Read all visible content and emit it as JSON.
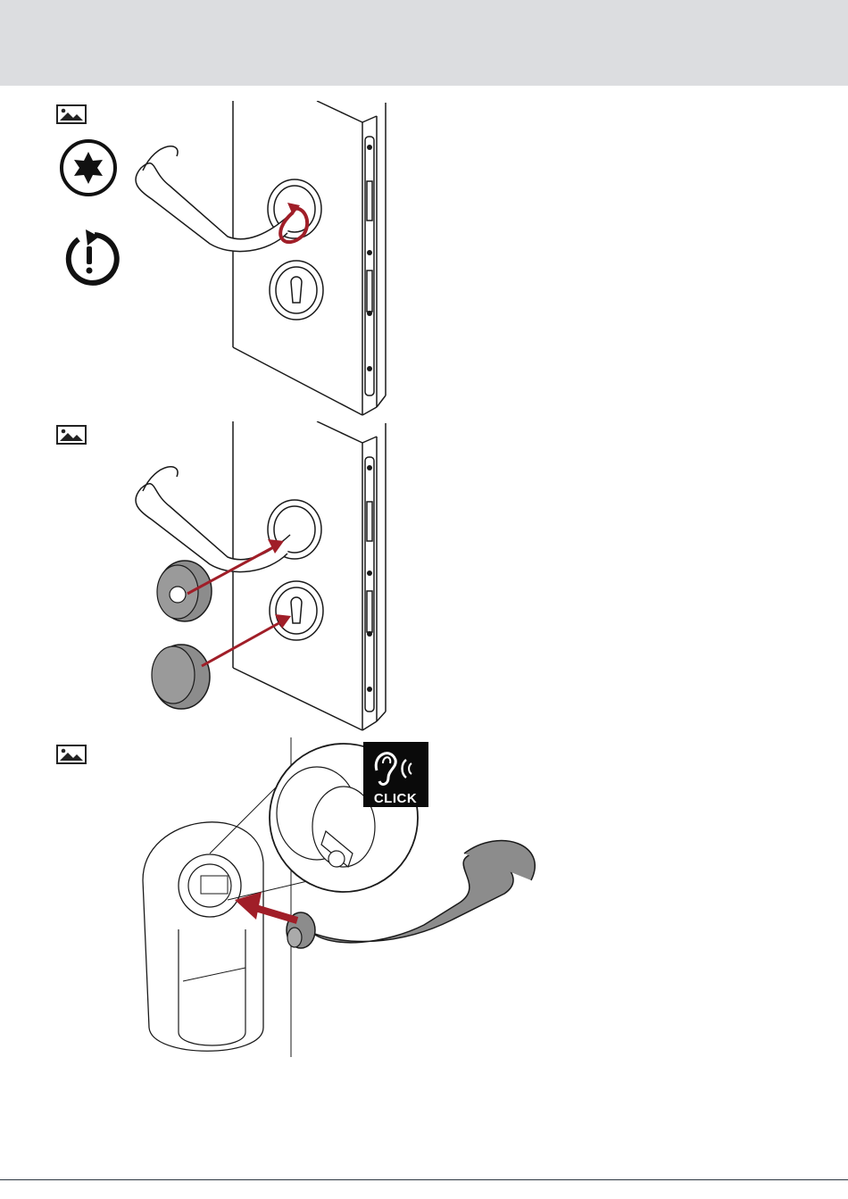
{
  "header": {
    "background": "#dcdde0"
  },
  "steps": [
    {
      "id": 1,
      "icons": [
        "image-icon",
        "torx-star-icon",
        "rotate-warning-icon"
      ]
    },
    {
      "id": 2,
      "icons": [
        "image-icon"
      ]
    },
    {
      "id": 3,
      "icons": [
        "image-icon",
        "hearing-click-icon"
      ]
    }
  ],
  "callout": {
    "click_text": "CLICK"
  },
  "colors": {
    "arrow": "#a01e28",
    "handle_gray": "#8c8c8c",
    "line": "#1a1a1a"
  }
}
